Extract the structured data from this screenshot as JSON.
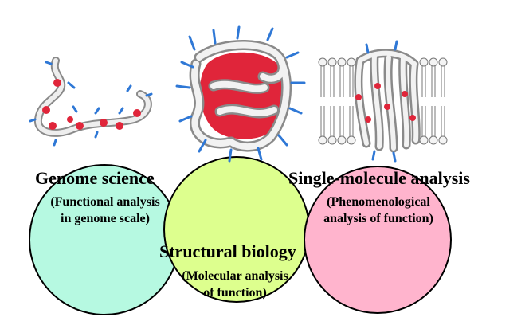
{
  "colors": {
    "genome": "#b6f9e1",
    "structural": "#ddff8e",
    "single_molecule": "#ffb4cd",
    "outline": "#000000",
    "protein_body": "#d9d9d9",
    "protein_red": "#e0253a",
    "tag_blue": "#2f78d6"
  },
  "icons": [
    "unfolded-protein-icon",
    "folded-protein-icon",
    "membrane-protein-icon"
  ],
  "labels": {
    "genome": {
      "title": "Genome science",
      "sub1": "(Functional analysis",
      "sub2": "in genome scale)"
    },
    "structural": {
      "title": "Structural biology",
      "sub1": "(Molecular analysis",
      "sub2": "of function)"
    },
    "single_molecule": {
      "title": "Single-molecule analysis",
      "sub1": "(Phenomenological",
      "sub2": "analysis of function)"
    }
  }
}
